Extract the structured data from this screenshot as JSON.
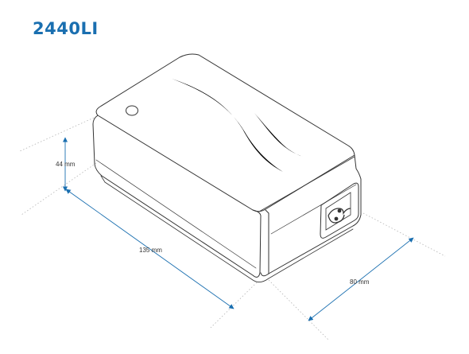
{
  "title": "2440LI",
  "dimensions": {
    "height_label": "44 mm",
    "length_label": "135 mm",
    "width_label": "80 mm"
  },
  "colors": {
    "title": "#1a6fb0",
    "arrow": "#1a6fb0",
    "outline": "#333333",
    "guide": "#b5b5b5"
  }
}
